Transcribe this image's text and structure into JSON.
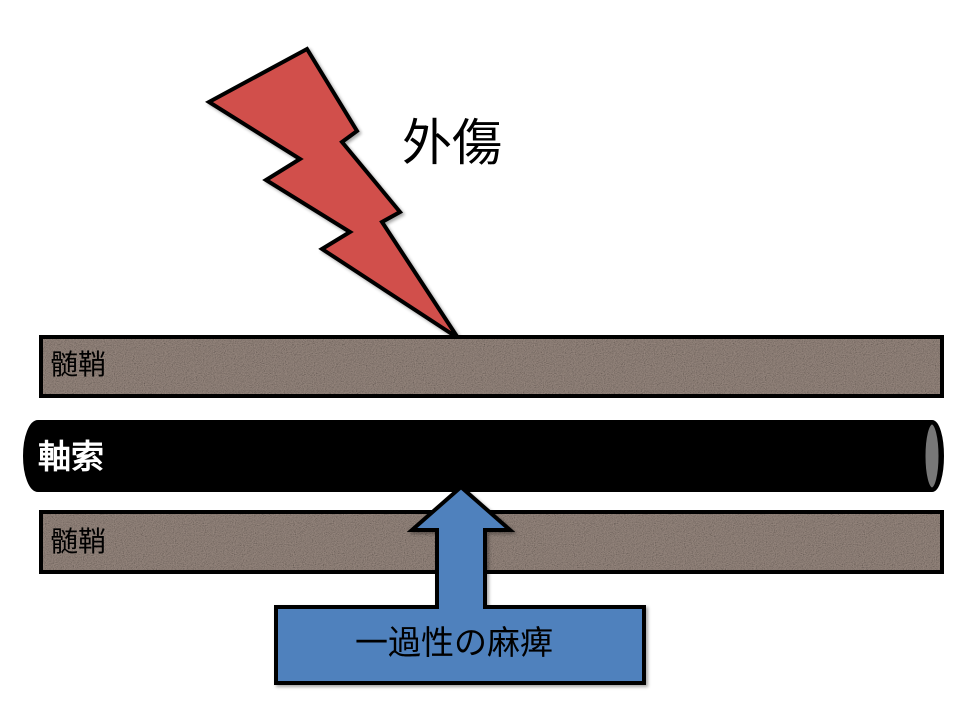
{
  "labels": {
    "trauma": "外傷",
    "myelin_top": "髄鞘",
    "axon": "軸索",
    "myelin_bottom": "髄鞘",
    "neurapraxia": "一過性の麻痺"
  },
  "colors": {
    "lightning": "#d1504c",
    "myelin": "#9b8b82",
    "axon": "#000000",
    "axon_end": "#777777",
    "arrow": "#4f81bd",
    "outline": "#000000"
  },
  "icons": {
    "trauma": "lightning-bolt-icon",
    "neurapraxia": "up-arrow-icon"
  }
}
